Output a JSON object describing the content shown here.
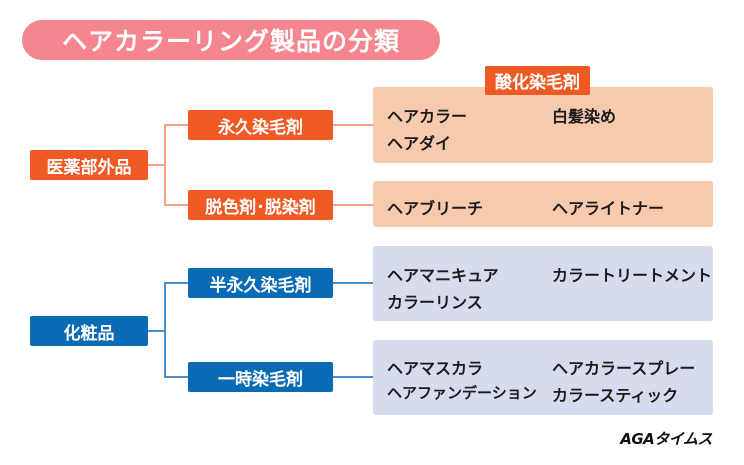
{
  "title": "ヘアカラーリング製品の分類",
  "quasi_drugs": {
    "label": "医薬部外品",
    "branches": [
      {
        "label": "永久染毛剤",
        "group_label": "酸化染毛剤",
        "items": [
          "ヘアカラー",
          "白髪染め",
          "ヘアダイ"
        ]
      },
      {
        "label": "脱色剤･脱染剤",
        "items": [
          "ヘアブリーチ",
          "ヘアライトナー"
        ]
      }
    ]
  },
  "cosmetics": {
    "label": "化粧品",
    "branches": [
      {
        "label": "半永久染毛剤",
        "items": [
          "ヘアマニキュア",
          "カラートリートメント",
          "カラーリンス"
        ]
      },
      {
        "label": "一時染毛剤",
        "items": [
          "ヘアマスカラ",
          "ヘアカラースプレー",
          "ヘアファンデーション",
          "カラースティック"
        ]
      }
    ]
  },
  "logo": "AGAタイムス",
  "colors": {
    "title": "#f5858f",
    "orange": "#ef5a24",
    "blue": "#0a6bb5",
    "orange_panel": "#f7c9ad",
    "blue_panel": "#d6dbee"
  }
}
